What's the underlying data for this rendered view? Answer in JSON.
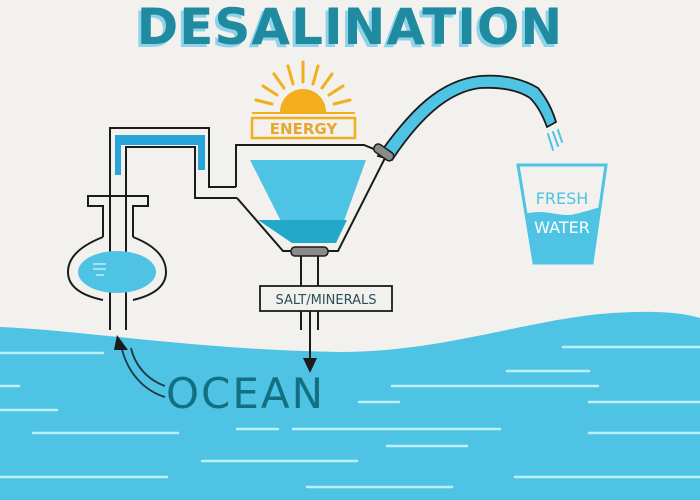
{
  "title": "DESALINATION",
  "labels": {
    "energy": "ENERGY",
    "salt_minerals": "SALT/MINERALS",
    "fresh": "FRESH",
    "water": "WATER",
    "ocean": "OCEAN"
  },
  "colors": {
    "background": "#f2f1ed",
    "title": "#1f8aa0",
    "title_shadow": "#8fd3ea",
    "water": "#4fc3e4",
    "water_dark": "#22a9c9",
    "ocean_text": "#136f82",
    "sun": "#f2ae1c",
    "line": "#1b1b1b",
    "collar": "#7a7a7a",
    "wave_line": "#bfeefb"
  },
  "icons": {
    "sun": "sun-icon",
    "flask": "flask-icon",
    "faucet": "faucet-icon",
    "glass": "glass-icon",
    "arrow_down": "arrow-down-icon",
    "arrow_up": "curved-arrow-icon"
  }
}
